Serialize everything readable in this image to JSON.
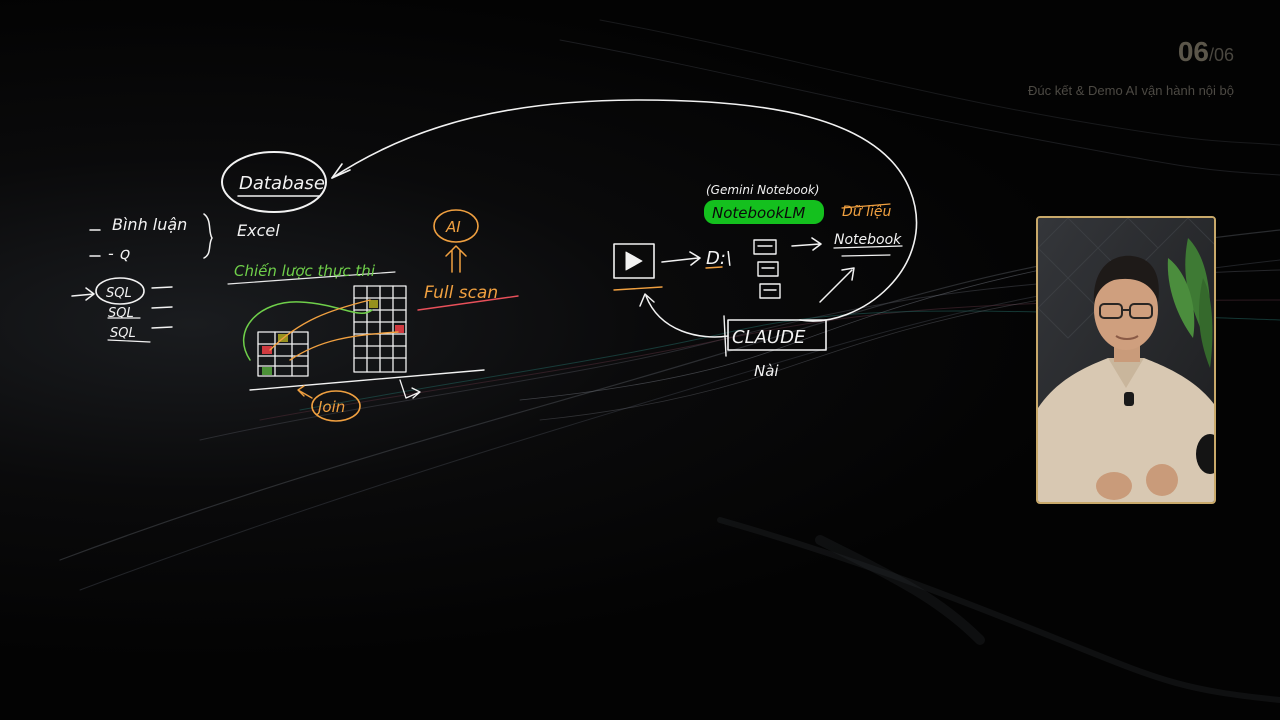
{
  "slide": {
    "current": "06",
    "total": "/06",
    "subtitle": "Đúc kết & Demo AI vận hành nội bộ"
  },
  "board": {
    "database": "Database",
    "excel": "Excel",
    "binh_luan": "Bình luận",
    "q_mark": "- ꞯ",
    "chien_luoc": "Chiến lược thực thi",
    "sql_items": [
      "SQL",
      "SQL",
      "SQL"
    ],
    "ai": "AI",
    "full_scan": "Full scan",
    "join": "Join",
    "gemini_notebook": "(Gemini Notebook)",
    "notebooklm": "NotebookLM",
    "du_lieu": "Dữ liệu",
    "notebook": "Notebook",
    "drive": "D:\\",
    "claude": "CLAUDE",
    "nai": "Nài"
  },
  "colors": {
    "accent_gold": "#c9a96a",
    "chalk_white": "#f2f2f2",
    "chalk_green": "#6fcf4a",
    "chalk_orange": "#f0a040",
    "highlight_green": "#14c01e",
    "chalk_red": "#e8505a"
  }
}
